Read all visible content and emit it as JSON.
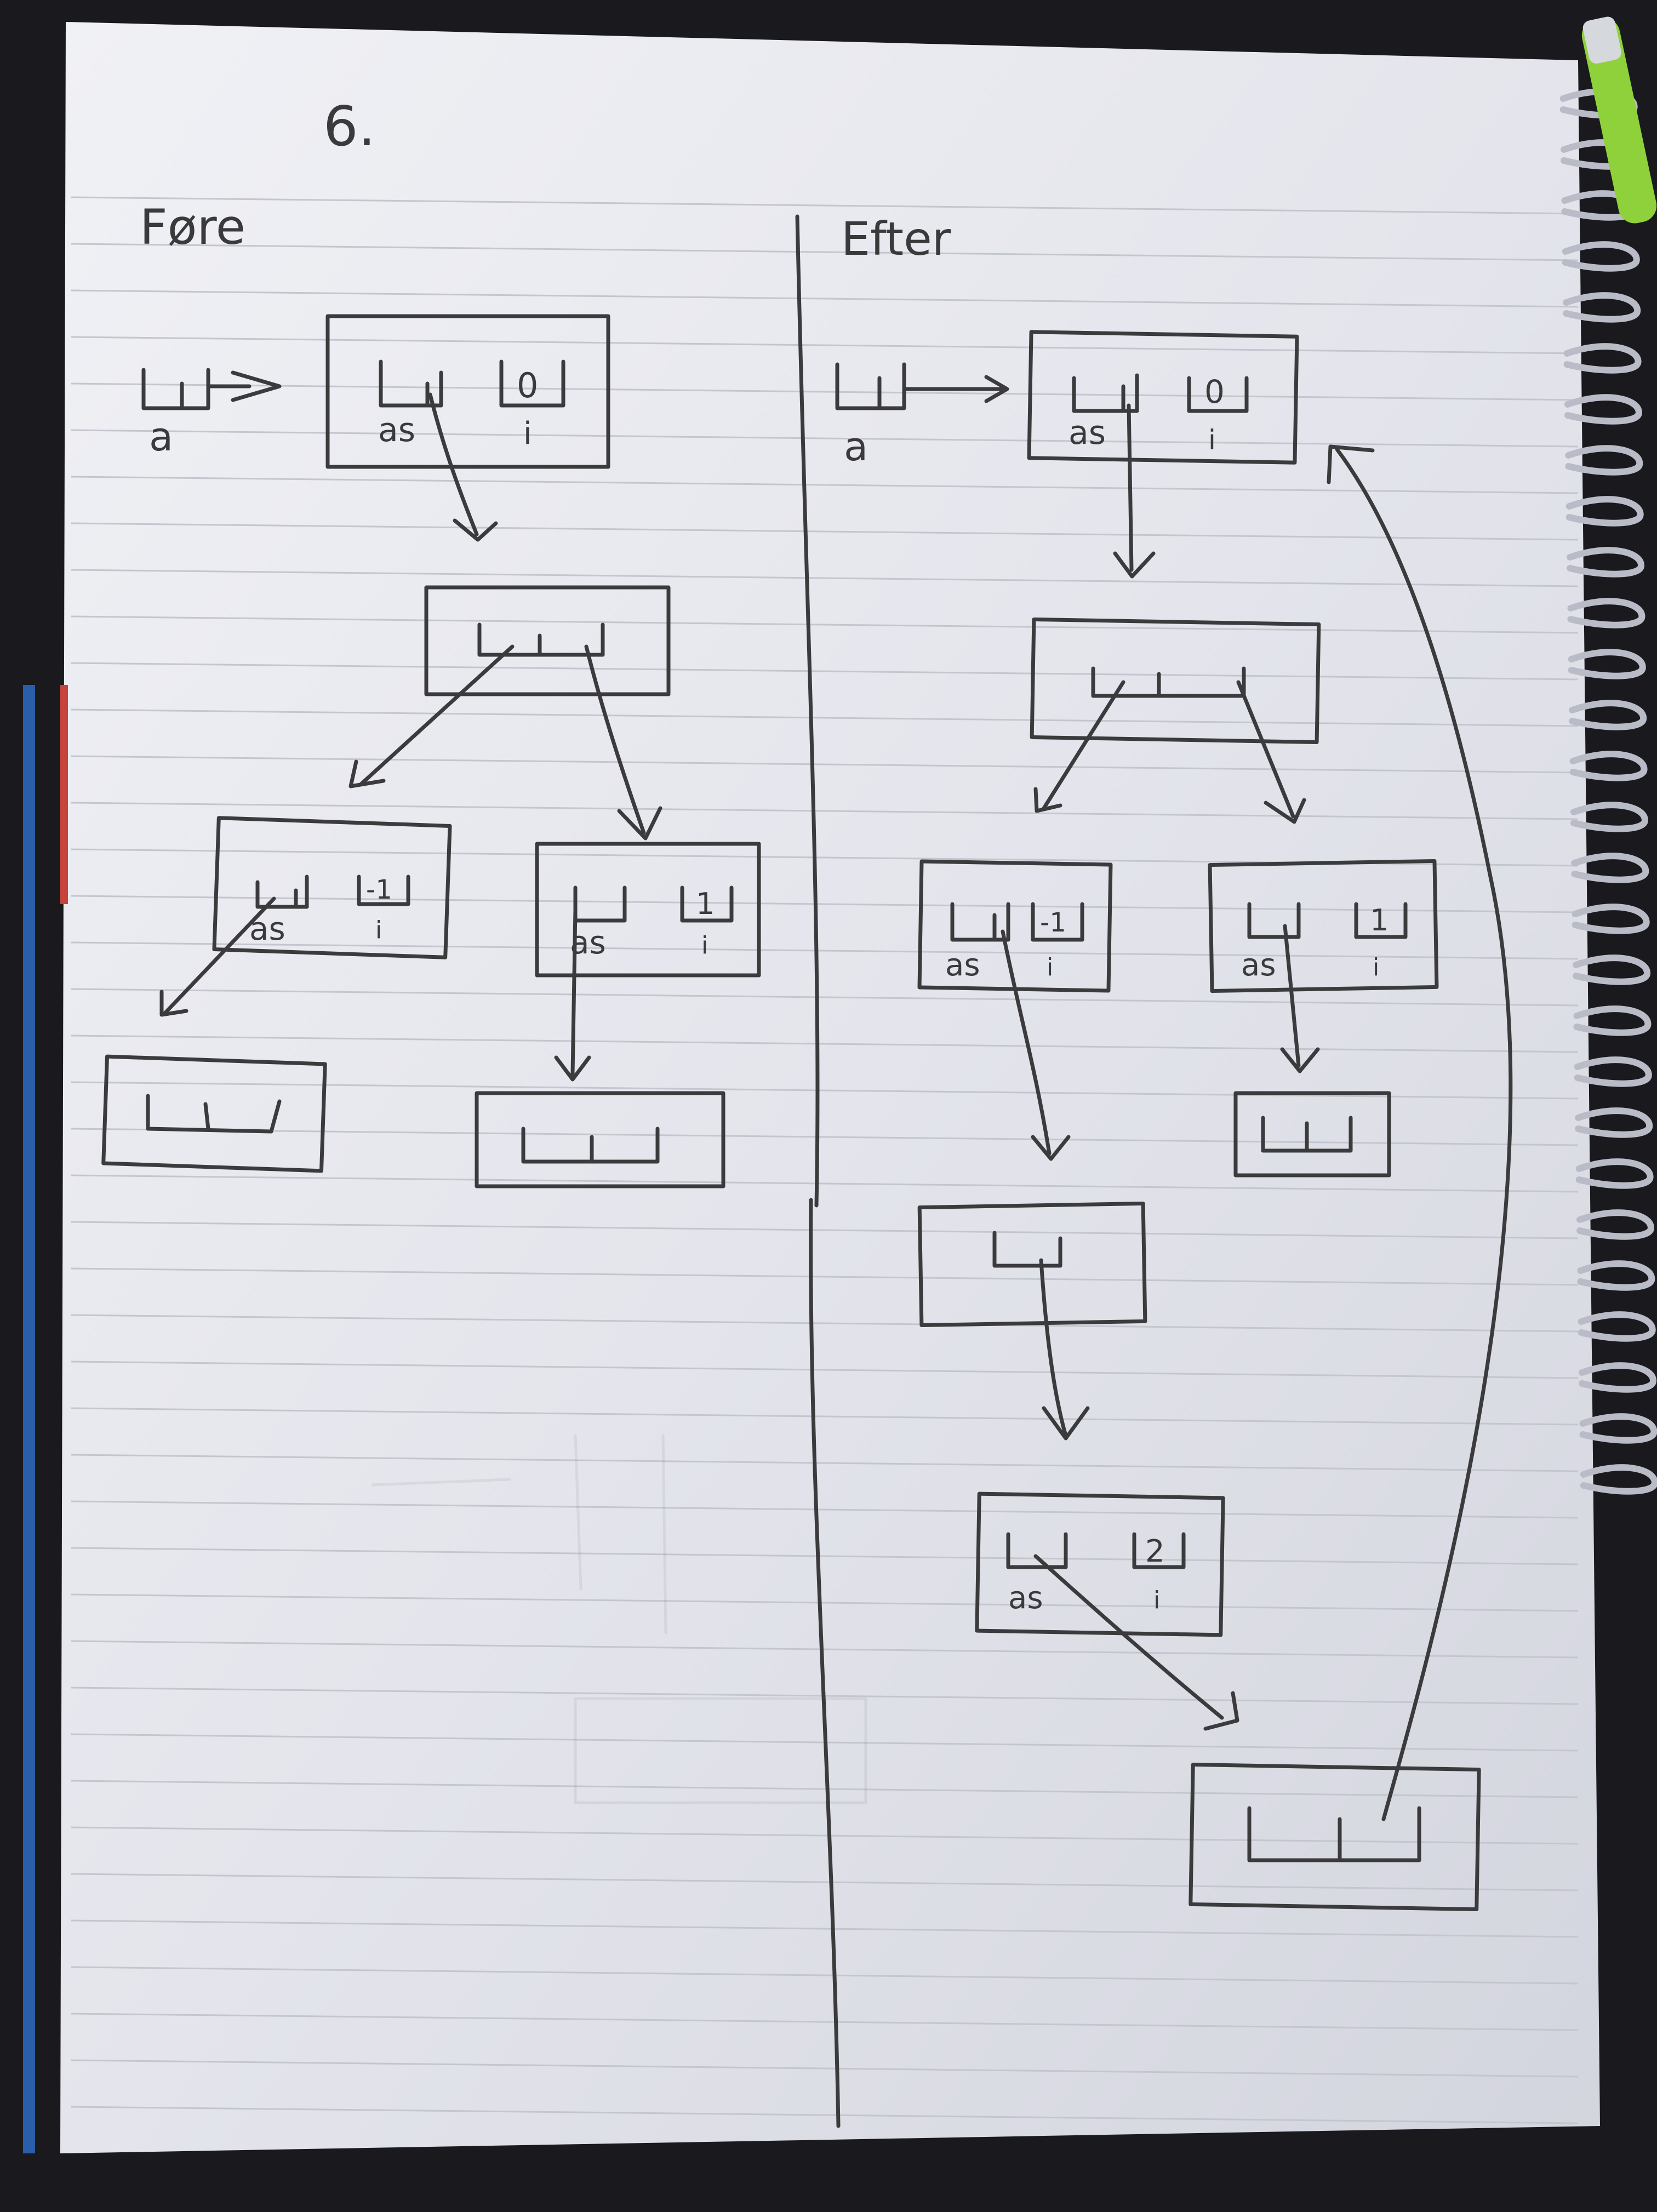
{
  "page": {
    "number": "6.",
    "left_heading": "Føre",
    "right_heading": "Efter"
  },
  "labels": {
    "var_a": "a",
    "field_as": "as",
    "field_i": "i"
  },
  "before": {
    "root_i": "0",
    "left_child_i": "-1",
    "right_child_i": "1"
  },
  "after": {
    "root_i": "0",
    "left_child_i": "-1",
    "right_child_i": "1",
    "new_node_i": "2"
  },
  "colors": {
    "paper": "#e6e7ee",
    "ink": "#3b3b3d",
    "ruled_line": "#c4c6cf",
    "margin_blue": "#2a5ea8",
    "margin_red": "#c8443a",
    "spiral": "#b9bcc6",
    "pen_green": "#8fd13a",
    "background": "#1a1a1e"
  }
}
